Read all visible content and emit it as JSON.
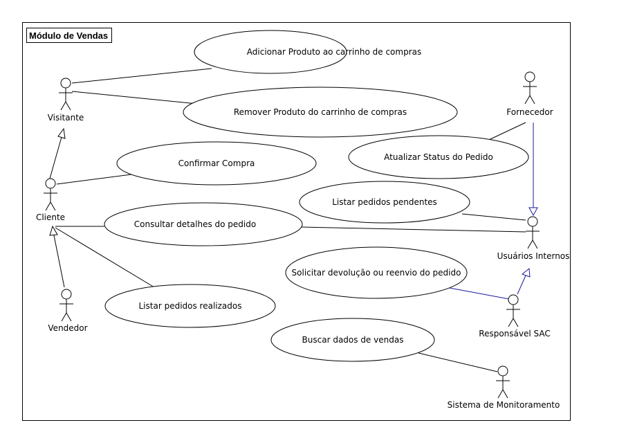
{
  "diagram": {
    "title": "Módulo de Vendas",
    "actors": {
      "visitante": "Visitante",
      "cliente": "Cliente",
      "vendedor": "Vendedor",
      "fornecedor": "Fornecedor",
      "usuarios_internos": "Usuários Internos",
      "responsavel_sac": "Responsável SAC",
      "sistema_monitoramento": "Sistema de Monitoramento"
    },
    "use_cases": {
      "adicionar_produto": "Adicionar Produto ao carrinho de compras",
      "remover_produto": "Remover Produto do carrinho de compras",
      "confirmar_compra": "Confirmar Compra",
      "atualizar_status": "Atualizar Status do Pedido",
      "listar_pendentes": "Listar pedidos pendentes",
      "consultar_detalhes": "Consultar detalhes do pedido",
      "solicitar_devolucao": "Solicitar devolução ou reenvio do pedido",
      "listar_realizados": "Listar pedidos realizados",
      "buscar_dados": "Buscar dados de vendas"
    },
    "colors": {
      "line": "#000000",
      "generalization_blue": "#1a1a9a"
    }
  }
}
